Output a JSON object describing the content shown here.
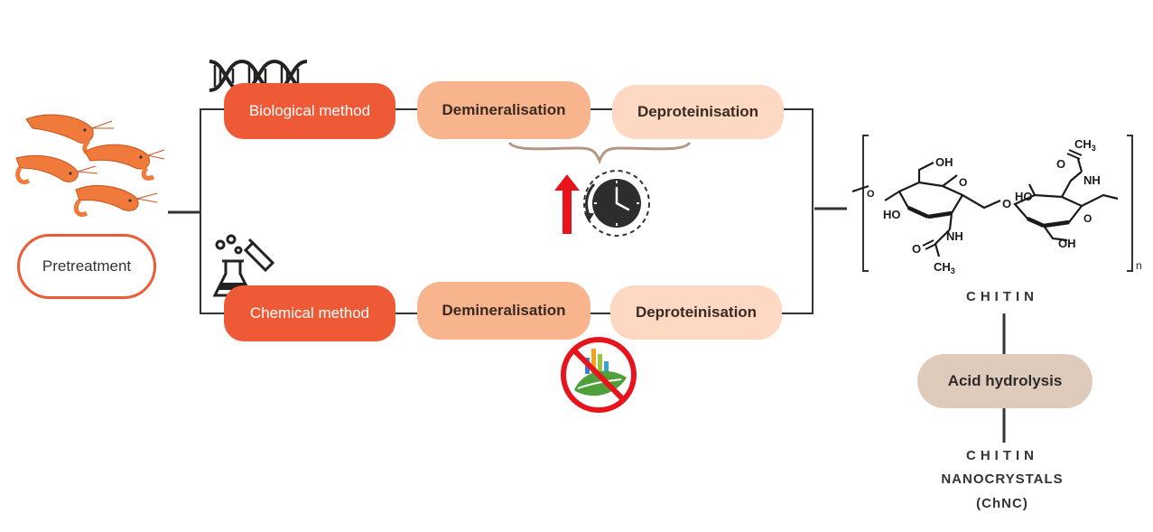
{
  "pretreatment": {
    "label": "Pretreatment",
    "icon": "shrimp-icon"
  },
  "biological": {
    "label": "Biological method",
    "icon": "dna-icon",
    "steps": [
      "Demineralisation",
      "Deproteinisation"
    ],
    "note_icons": [
      "brace-icon",
      "increase-arrow-icon",
      "clock-icon"
    ]
  },
  "chemical": {
    "label": "Chemical method",
    "icon": "chemistry-flask-icon",
    "steps": [
      "Demineralisation",
      "Deproteinisation"
    ],
    "note_icons": [
      "no-eco-friendly-icon"
    ]
  },
  "chitin": {
    "structure_labels": {
      "oh_top": "OH",
      "ho_left": "HO",
      "o_bridge": "O",
      "nh_left": "NH",
      "o_left": "O",
      "ch3_left": "CH",
      "sub3": "3",
      "ho_right": "HO",
      "oh_right": "OH",
      "nh_right": "NH",
      "o_right": "O",
      "ch3_right": "CH",
      "repeat": "n"
    },
    "caption": "CHITIN"
  },
  "acid_hydrolysis": {
    "label": "Acid hydrolysis"
  },
  "product": {
    "line1": "CHITIN",
    "line2": "NANOCRYSTALS",
    "line3": "(ChNC)"
  },
  "colors": {
    "method": "#ef5a36",
    "demineralisation": "#f7b48d",
    "deproteinisation": "#fdd8c2",
    "acid": "#dfcbbb",
    "shrimp": "#f07a3c",
    "arrow": "#e8141c"
  }
}
